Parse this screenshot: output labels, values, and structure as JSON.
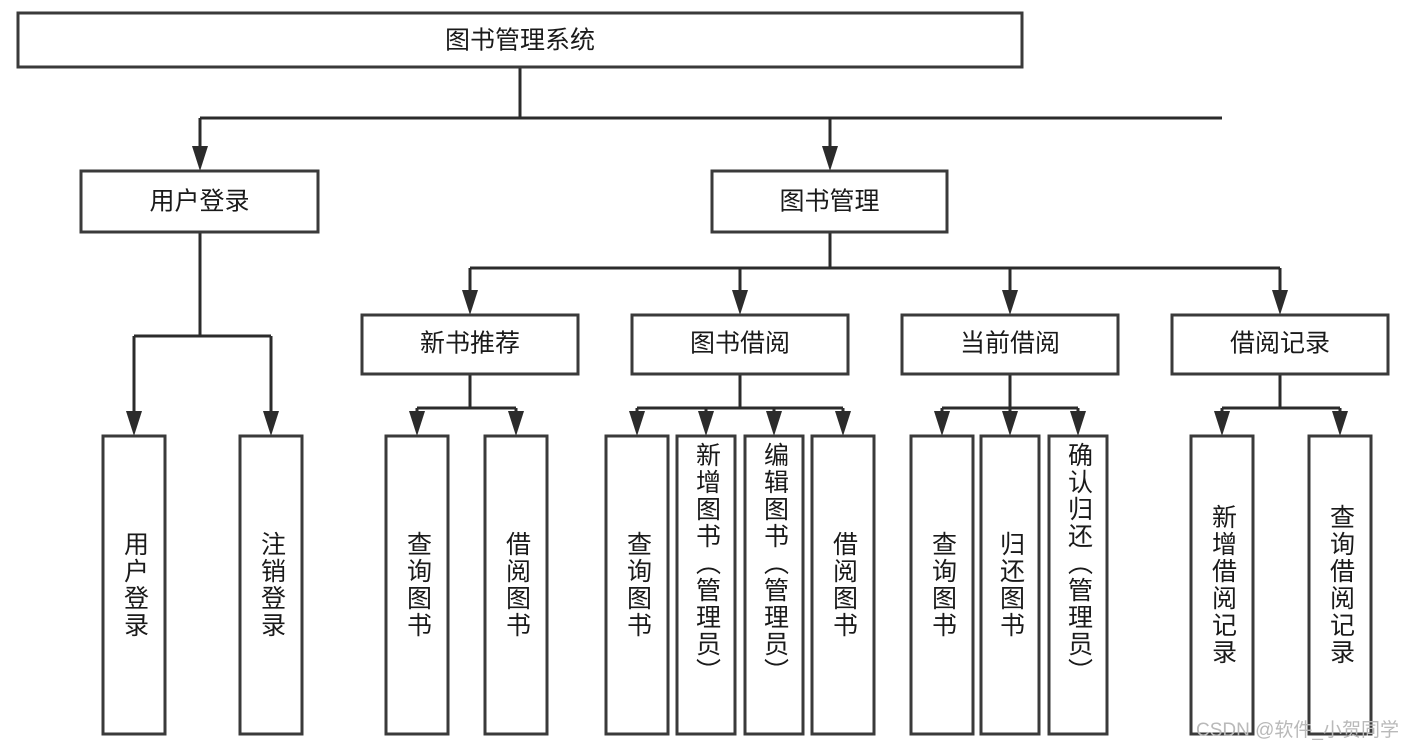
{
  "diagram": {
    "title": "图书管理系统",
    "type": "tree",
    "root": {
      "id": "root",
      "label": "图书管理系统",
      "orientation": "horizontal"
    },
    "level2": [
      {
        "id": "user-login",
        "label": "用户登录",
        "orientation": "horizontal"
      },
      {
        "id": "book-manage",
        "label": "图书管理",
        "orientation": "horizontal"
      }
    ],
    "level3": [
      {
        "id": "new-book-recommend",
        "label": "新书推荐",
        "orientation": "horizontal",
        "parent": "book-manage"
      },
      {
        "id": "book-borrow",
        "label": "图书借阅",
        "orientation": "horizontal",
        "parent": "book-manage"
      },
      {
        "id": "current-borrow",
        "label": "当前借阅",
        "orientation": "horizontal",
        "parent": "book-manage"
      },
      {
        "id": "borrow-record",
        "label": "借阅记录",
        "orientation": "horizontal",
        "parent": "book-manage"
      }
    ],
    "leaves": [
      {
        "id": "leaf-user-login",
        "label": "用户登录",
        "parent": "user-login"
      },
      {
        "id": "leaf-logout-login",
        "label": "注销登录",
        "parent": "user-login"
      },
      {
        "id": "leaf-query-book-1",
        "label": "查询图书",
        "parent": "new-book-recommend"
      },
      {
        "id": "leaf-borrow-book-1",
        "label": "借阅图书",
        "parent": "new-book-recommend"
      },
      {
        "id": "leaf-query-book-2",
        "label": "查询图书",
        "parent": "book-borrow"
      },
      {
        "id": "leaf-add-book",
        "label": "新增图书（管理员）",
        "parent": "book-borrow"
      },
      {
        "id": "leaf-edit-book",
        "label": "编辑图书（管理员）",
        "parent": "book-borrow"
      },
      {
        "id": "leaf-borrow-book-2",
        "label": "借阅图书",
        "parent": "book-borrow"
      },
      {
        "id": "leaf-query-book-3",
        "label": "查询图书",
        "parent": "current-borrow"
      },
      {
        "id": "leaf-return-book",
        "label": "归还图书",
        "parent": "current-borrow"
      },
      {
        "id": "leaf-confirm-return",
        "label": "确认归还（管理员）",
        "parent": "current-borrow"
      },
      {
        "id": "leaf-add-record",
        "label": "新增借阅记录",
        "parent": "borrow-record"
      },
      {
        "id": "leaf-query-record",
        "label": "查询借阅记录",
        "parent": "borrow-record"
      }
    ]
  },
  "watermark": {
    "text": "CSDN @软件_小贺同学"
  },
  "colors": {
    "box_border": "#3a3a3a",
    "connector": "#2b2b2b",
    "text": "#1a1a1a",
    "background": "#ffffff",
    "watermark": "#b9b9b9"
  }
}
